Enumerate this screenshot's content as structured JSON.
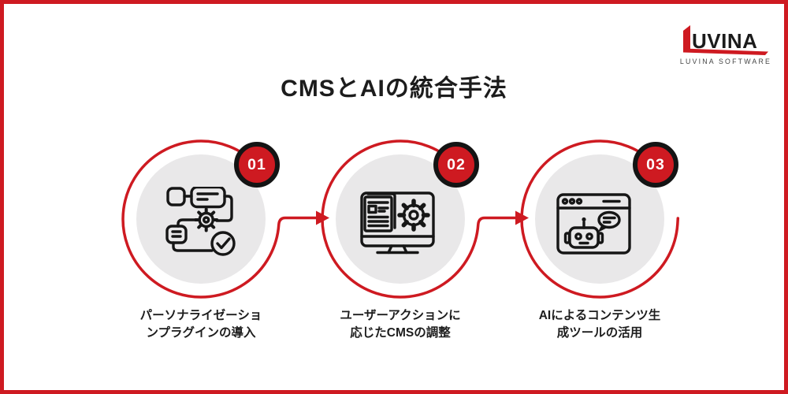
{
  "poster": {
    "title": "CMSとAIの統合手法"
  },
  "logo": {
    "wordmark_mark_icon": "red-l-swoosh-icon",
    "wordmark_rest": "UVINA",
    "tagline": "LUVINA SOFTWARE"
  },
  "colors": {
    "accent_red": "#CE1A21",
    "circle_gray": "#E9E8E9",
    "icon_ink": "#161616",
    "badge_ring_black": "#141414",
    "text_black": "#1D1D1D"
  },
  "steps": [
    {
      "number": "01",
      "icon": "workflow-process-check-icon",
      "label_line1": "パーソナライゼーショ",
      "label_line2": "ンプラグインの導入"
    },
    {
      "number": "02",
      "icon": "monitor-cms-document-gear-icon",
      "label_line1": "ユーザーアクションに",
      "label_line2": "応じたCMSの調整"
    },
    {
      "number": "03",
      "icon": "browser-ai-robot-chat-icon",
      "label_line1": "AIによるコンテンツ生",
      "label_line2": "成ツールの活用"
    }
  ]
}
